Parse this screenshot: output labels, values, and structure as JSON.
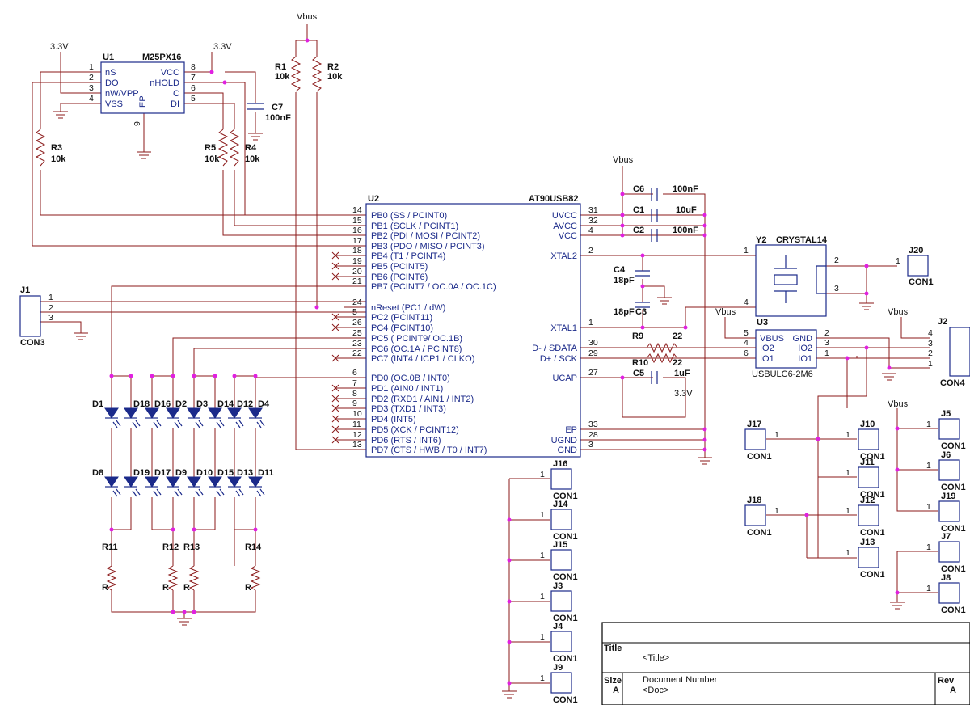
{
  "net_labels": {
    "vbus": "Vbus",
    "v33": "3.3V"
  },
  "u1": {
    "ref": "U1",
    "part": "M25PX16",
    "pins_left": [
      {
        "num": "1",
        "name": "nS"
      },
      {
        "num": "2",
        "name": "DO"
      },
      {
        "num": "3",
        "name": "nW/VPP"
      },
      {
        "num": "4",
        "name": "VSS"
      }
    ],
    "pins_right": [
      {
        "num": "8",
        "name": "VCC"
      },
      {
        "num": "7",
        "name": "nHOLD"
      },
      {
        "num": "6",
        "name": "C"
      },
      {
        "num": "5",
        "name": "DI"
      }
    ],
    "pin_ep_name": "EP",
    "pin_ep_num": "9"
  },
  "u2": {
    "ref": "U2",
    "part": "AT90USB82",
    "pins_left": [
      {
        "num": "14",
        "name": "PB0 (SS / PCINT0)"
      },
      {
        "num": "15",
        "name": "PB1 (SCLK / PCINT1)"
      },
      {
        "num": "16",
        "name": "PB2 (PDI / MOSI / PCINT2)"
      },
      {
        "num": "17",
        "name": "PB3 (PDO / MISO / PCINT3)"
      },
      {
        "num": "18",
        "name": "PB4 (T1 / PCINT4)"
      },
      {
        "num": "19",
        "name": "PB5 (PCINT5)"
      },
      {
        "num": "20",
        "name": "PB6 (PCINT6)"
      },
      {
        "num": "21",
        "name": "PB7 (PCINT7 / OC.0A / OC.1C)"
      },
      {
        "num": "24",
        "name": "nReset (PC1 / dW)"
      },
      {
        "num": "5",
        "name": "PC2 (PCINT11)"
      },
      {
        "num": "26",
        "name": "PC4 (PCINT10)"
      },
      {
        "num": "25",
        "name": "PC5 ( PCINT9/ OC.1B)"
      },
      {
        "num": "23",
        "name": "PC6 (OC.1A / PCINT8)"
      },
      {
        "num": "22",
        "name": "PC7 (INT4 / ICP1 / CLKO)"
      },
      {
        "num": "6",
        "name": "PD0 (OC.0B / INT0)"
      },
      {
        "num": "7",
        "name": "PD1 (AIN0 / INT1)"
      },
      {
        "num": "8",
        "name": "PD2 (RXD1 / AIN1 / INT2)"
      },
      {
        "num": "9",
        "name": "PD3 (TXD1 / INT3)"
      },
      {
        "num": "10",
        "name": "PD4 (INT5)"
      },
      {
        "num": "11",
        "name": "PD5 (XCK / PCINT12)"
      },
      {
        "num": "12",
        "name": "PD6 (RTS / INT6)"
      },
      {
        "num": "13",
        "name": "PD7 (CTS / HWB / T0 / INT7)"
      }
    ],
    "pins_right": [
      {
        "num": "31",
        "name": "UVCC"
      },
      {
        "num": "32",
        "name": "AVCC"
      },
      {
        "num": "4",
        "name": "VCC"
      },
      {
        "num": "2",
        "name": "XTAL2"
      },
      {
        "num": "1",
        "name": "XTAL1"
      },
      {
        "num": "30",
        "name": "D- / SDATA"
      },
      {
        "num": "29",
        "name": "D+ / SCK"
      },
      {
        "num": "27",
        "name": "UCAP"
      },
      {
        "num": "33",
        "name": "EP"
      },
      {
        "num": "28",
        "name": "UGND"
      },
      {
        "num": "3",
        "name": "GND"
      }
    ]
  },
  "u3": {
    "ref": "U3",
    "part": "USBULC6-2M6",
    "pins_left": [
      {
        "num": "5",
        "name": "VBUS"
      },
      {
        "num": "4",
        "name": "IO2"
      },
      {
        "num": "6",
        "name": "IO1"
      }
    ],
    "pins_right": [
      {
        "num": "2",
        "name": "GND"
      },
      {
        "num": "3",
        "name": "IO2"
      },
      {
        "num": "1",
        "name": "IO1"
      }
    ]
  },
  "y2": {
    "ref": "Y2",
    "part": "CRYSTAL14",
    "pins": [
      "1",
      "2",
      "3",
      "4"
    ]
  },
  "resistors": [
    {
      "ref": "R1",
      "value": "10k"
    },
    {
      "ref": "R2",
      "value": "10k"
    },
    {
      "ref": "R3",
      "value": "10k"
    },
    {
      "ref": "R4",
      "value": "10k"
    },
    {
      "ref": "R5",
      "value": "10k"
    },
    {
      "ref": "R9",
      "value": "22"
    },
    {
      "ref": "R10",
      "value": "22"
    },
    {
      "ref": "R11",
      "value": "R"
    },
    {
      "ref": "R12",
      "value": "R"
    },
    {
      "ref": "R13",
      "value": "R"
    },
    {
      "ref": "R14",
      "value": "R"
    }
  ],
  "capacitors": [
    {
      "ref": "C1",
      "value": "10uF"
    },
    {
      "ref": "C2",
      "value": "100nF"
    },
    {
      "ref": "C3",
      "value": "18pF"
    },
    {
      "ref": "C4",
      "value": "18pF"
    },
    {
      "ref": "C5",
      "value": "1uF"
    },
    {
      "ref": "C6",
      "value": "100nF"
    },
    {
      "ref": "C7",
      "value": "100nF"
    }
  ],
  "leds_top": [
    "D1",
    "D18",
    "D16",
    "D2",
    "D3",
    "D14",
    "D12",
    "D4"
  ],
  "leds_bottom": [
    "D8",
    "D19",
    "D17",
    "D9",
    "D10",
    "D15",
    "D13",
    "D11"
  ],
  "j1": {
    "ref": "J1",
    "value": "CON3",
    "pins": [
      "1",
      "2",
      "3"
    ]
  },
  "j2": {
    "ref": "J2",
    "value": "CON4",
    "pins": [
      "4",
      "3",
      "2",
      "1"
    ]
  },
  "con1_value": "CON1",
  "con1_pin": "1",
  "con1_left_column": [
    "J16",
    "J14",
    "J15",
    "J3",
    "J4",
    "J9"
  ],
  "con1_group1": [
    "J17",
    "J18"
  ],
  "con1_group2": [
    "J10",
    "J11",
    "J12",
    "J13"
  ],
  "con1_group3": [
    "J5",
    "J6",
    "J19",
    "J7",
    "J8"
  ],
  "j20": "J20",
  "title_block": {
    "title_label": "Title",
    "title_value": "<Title>",
    "size_label": "Size",
    "size_value": "A",
    "docnum_label": "Document Number",
    "docnum_value": "<Doc>",
    "rev_label": "Rev",
    "rev_value": "A"
  }
}
